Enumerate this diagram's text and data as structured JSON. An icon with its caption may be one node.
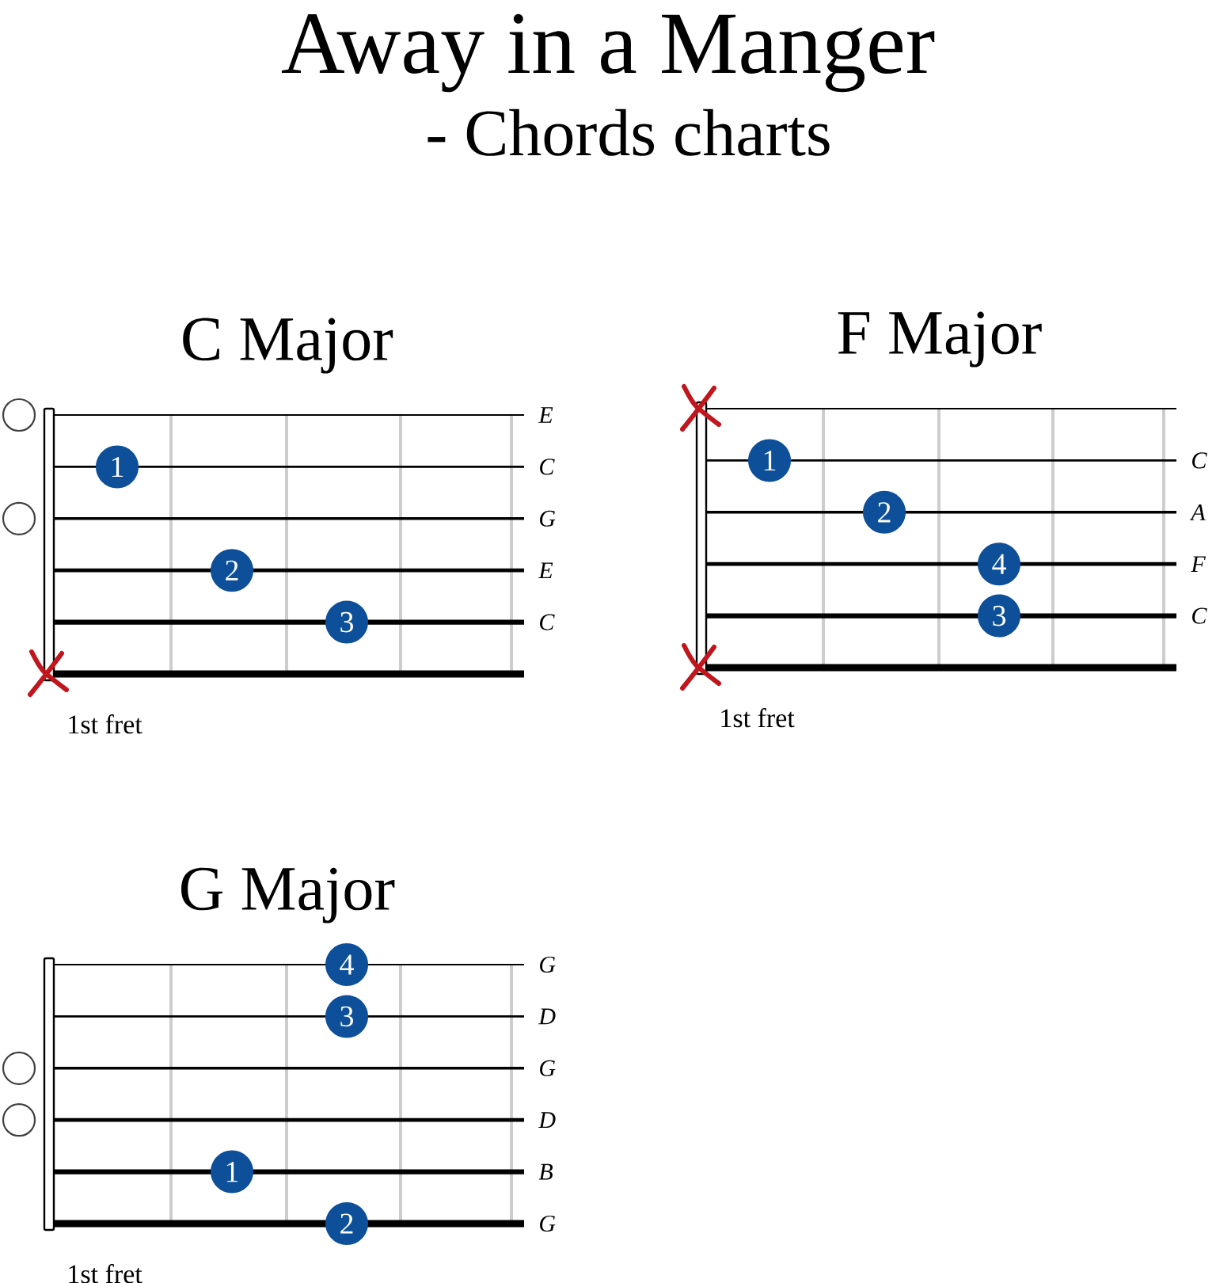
{
  "diagram": {
    "title": "Away in a Manger",
    "nodes": [
      {
        "text": [
          "C Major"
        ],
        "beside": [
          "E",
          "C",
          "G",
          "E",
          "C",
          "1st fret"
        ]
      },
      {
        "text": [
          "1"
        ],
        "in": 0
      },
      {
        "text": [
          "2"
        ],
        "in": 0
      },
      {
        "text": [
          "3"
        ],
        "in": 0
      },
      {
        "text": [
          "F Major"
        ],
        "beside": [
          "C",
          "A",
          "F",
          "C",
          "1st fret"
        ]
      },
      {
        "text": [
          "1"
        ],
        "in": 4
      },
      {
        "text": [
          "2"
        ],
        "in": 4
      },
      {
        "text": [
          "4"
        ],
        "in": 4
      },
      {
        "text": [
          "3"
        ],
        "in": 4
      },
      {
        "text": [
          "G Major"
        ],
        "beside": [
          "G",
          "D",
          "G",
          "D",
          "B",
          "G",
          "1st fret"
        ]
      },
      {
        "text": [
          "4"
        ],
        "in": 9
      },
      {
        "text": [
          "3"
        ],
        "in": 9
      },
      {
        "text": [
          "1"
        ],
        "in": 9
      },
      {
        "text": [
          "2"
        ],
        "in": 9
      }
    ],
    "labels": [
      "- Chords charts"
    ]
  }
}
